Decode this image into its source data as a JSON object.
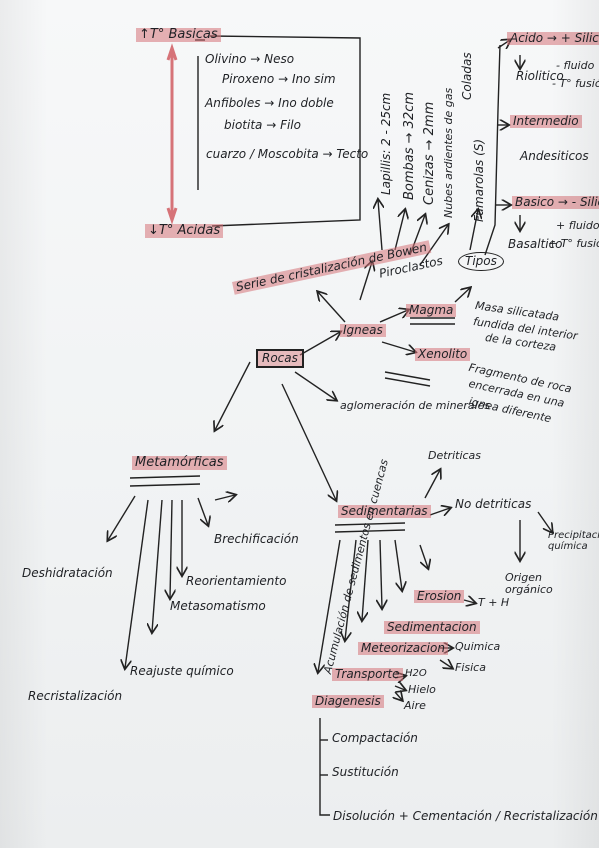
{
  "series_bowen": {
    "top": "↑T° Basicas",
    "bottom": "↓T° Acidas",
    "minerals": [
      "Olivino → Neso",
      "Piroxeno → Ino sim",
      "Anfiboles → Ino doble",
      "biotita → Filo",
      "cuarzo / Moscobita → Tecto"
    ],
    "title": "Serie de cristalización de Bowen"
  },
  "center": {
    "rocas": "Rocas",
    "igneas": "Igneas",
    "metamorficas": "Metamórficas",
    "sedimentarias": "Sedimentarias",
    "aglomeracion": "aglomeración de minerales"
  },
  "igneas": {
    "piroclastos": "Piroclastos",
    "magma": "Magma",
    "magma_def": [
      "Masa silicatada",
      "fundida del interior",
      "de la corteza"
    ],
    "xenolito": "Xenolito",
    "xenolito_def": [
      "Fragmento de roca",
      "encerrada en una",
      "ignea diferente"
    ],
    "tipos": "Tipos",
    "vertical_labels": [
      "Lapillis: 2 - 25cm",
      "Bombas → 32cm",
      "Cenizas → 2mm",
      "Nubes ardientes de gas",
      "Coladas",
      "Fumarolas (S)"
    ],
    "types": {
      "acido": "Acido → + Silice",
      "acido_sub": [
        "Riolitico",
        "- fluido",
        "- T° fusión"
      ],
      "intermedio": "Intermedio",
      "intermedio_sub": "Andesiticos",
      "basico": "Basico → - Silice",
      "basico_sub": [
        "Basaltico",
        "+ fluido",
        "+ T° fusión"
      ]
    }
  },
  "metamorficas": {
    "processes": [
      "Deshidratación",
      "Recristalización",
      "Reajuste químico",
      "Metasomatismo",
      "Reorientamiento",
      "Brechificación"
    ]
  },
  "sedimentarias": {
    "detriticas": "Detriticas",
    "no_detriticas": "No detriticas",
    "precipitacion": "Precipitación química",
    "origen_organico": "Origen orgánico",
    "vertical_side": "Acumulación de sedimentos en cuencas",
    "steps": [
      "Erosion",
      "Sedimentacion",
      "Meteorizacion",
      "Transporte",
      "Diagenesis"
    ],
    "erosion_arrow": "T + H",
    "meteor_types": [
      "Quimica",
      "Fisica"
    ],
    "transport_types": [
      "H2O",
      "Hielo",
      "Aire"
    ],
    "diagenesis_steps": [
      "Compactación",
      "Sustitución",
      "Disolución + Cementación / Recristalización"
    ]
  },
  "colors": {
    "highlight": "#d67378",
    "ink": "#1f2125",
    "paper": "#f3f4f5"
  }
}
